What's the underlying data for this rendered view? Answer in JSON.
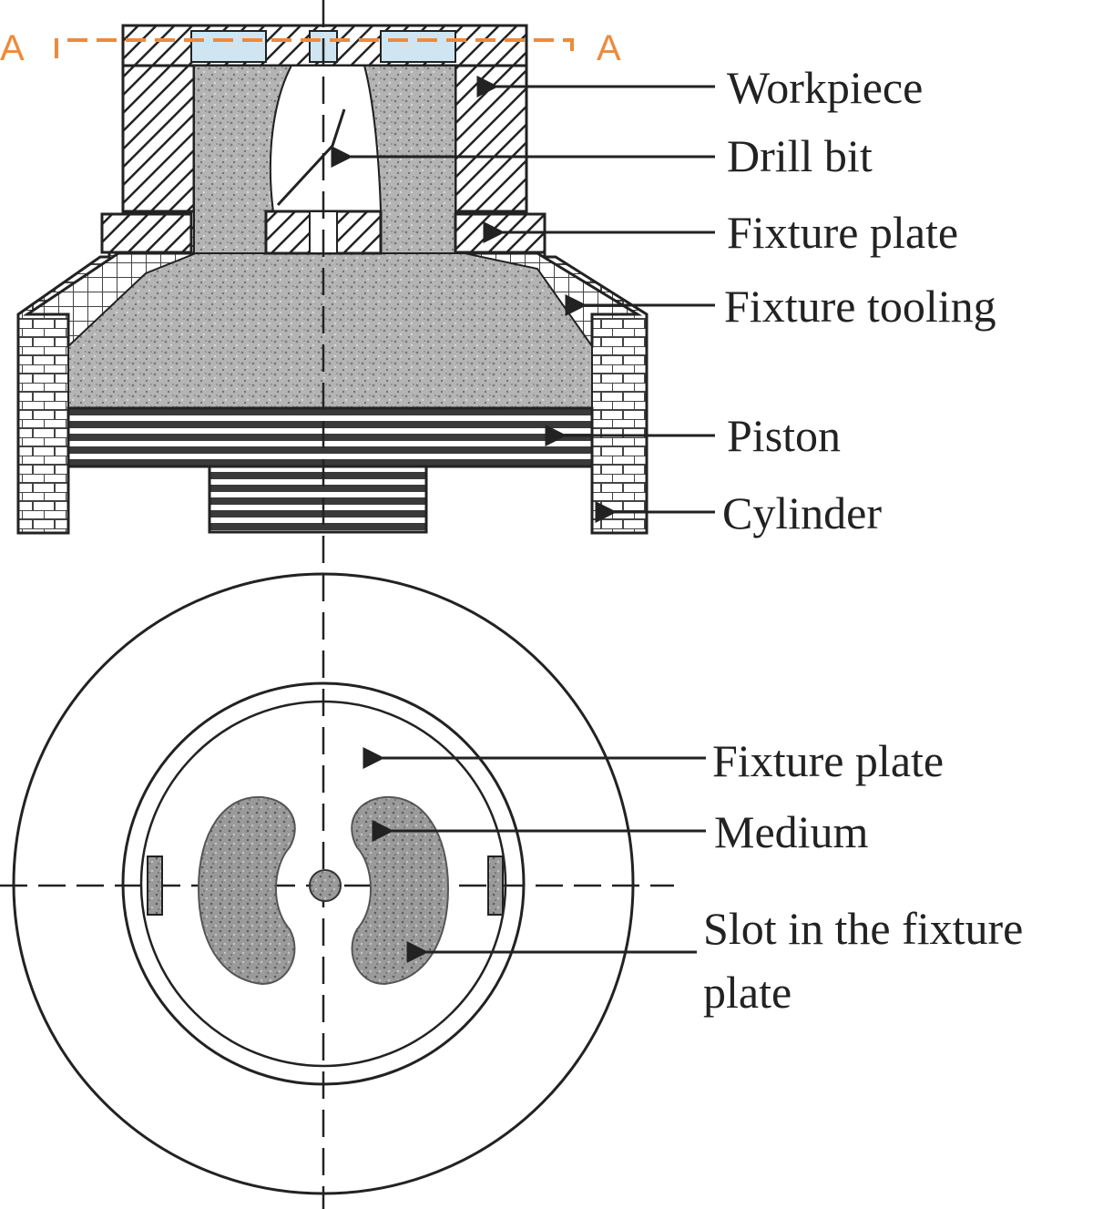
{
  "section_marks": [
    "A",
    "A"
  ],
  "labels": {
    "workpiece": "Workpiece",
    "drill_bit": "Drill bit",
    "fixture_plate": "Fixture plate",
    "fixture_tooling": "Fixture tooling",
    "piston": "Piston",
    "cylinder": "Cylinder",
    "fixture_plate_top": "Fixture plate",
    "medium": "Medium",
    "slot_line1": "Slot in the fixture",
    "slot_line2": "plate"
  },
  "colors": {
    "line": "#222222",
    "section_line": "#ee8a3c",
    "medium_fill": "#9a9a9a"
  }
}
